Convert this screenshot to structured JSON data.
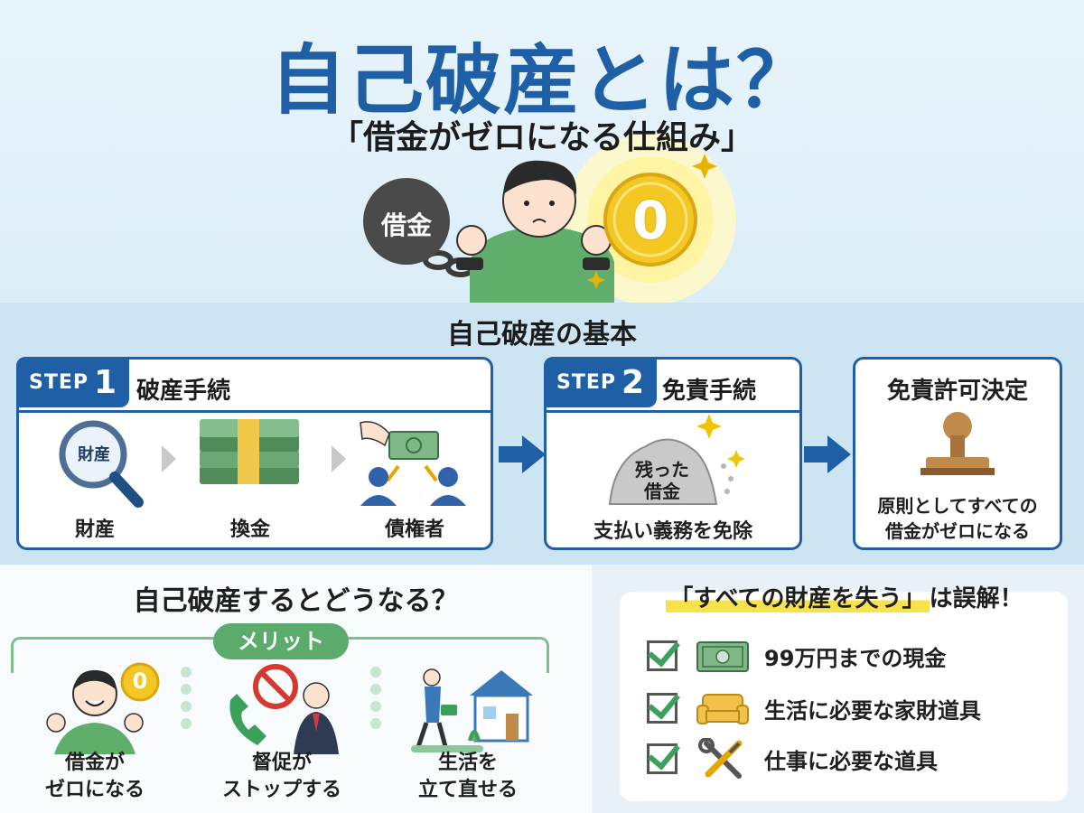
{
  "header": {
    "title": "自己破産とは？",
    "subtitle": "「借金がゼロになる仕組み」",
    "ball_label": "借金",
    "coin_label": "0"
  },
  "basics": {
    "title": "自己破産の基本",
    "step1": {
      "badge_word": "STEP",
      "badge_num": "1",
      "title": "破産手続",
      "magnifier_text": "財産",
      "items": [
        "財産",
        "換金",
        "債権者"
      ]
    },
    "step2": {
      "badge_word": "STEP",
      "badge_num": "2",
      "title": "免責手続",
      "rock_text_1": "残った",
      "rock_text_2": "借金",
      "caption": "支払い義務を免除"
    },
    "result": {
      "title": "免責許可決定",
      "line1": "原則としてすべての",
      "line2": "借金がゼロになる"
    }
  },
  "outcome": {
    "title": "自己破産するとどうなる？",
    "merit_label": "メリット",
    "zero_label": "0",
    "merits": [
      {
        "line1": "借金が",
        "line2": "ゼロになる"
      },
      {
        "line1": "督促が",
        "line2": "ストップする"
      },
      {
        "line1": "生活を",
        "line2": "立て直せる"
      }
    ]
  },
  "assets": {
    "title_highlight": "「すべての財産を失う」",
    "title_rest": "は誤解！",
    "items": [
      {
        "text": "99万円までの現金",
        "icon": "cash-icon"
      },
      {
        "text": "生活に必要な家財道具",
        "icon": "sofa-icon"
      },
      {
        "text": "仕事に必要な道具",
        "icon": "tools-icon"
      }
    ]
  },
  "colors": {
    "primary_blue": "#1f5fa6",
    "merit_green": "#5dab6c",
    "check_green": "#3c9f5a",
    "highlight_yellow": "#f7e24a",
    "coin_gold": "#f4c823"
  }
}
